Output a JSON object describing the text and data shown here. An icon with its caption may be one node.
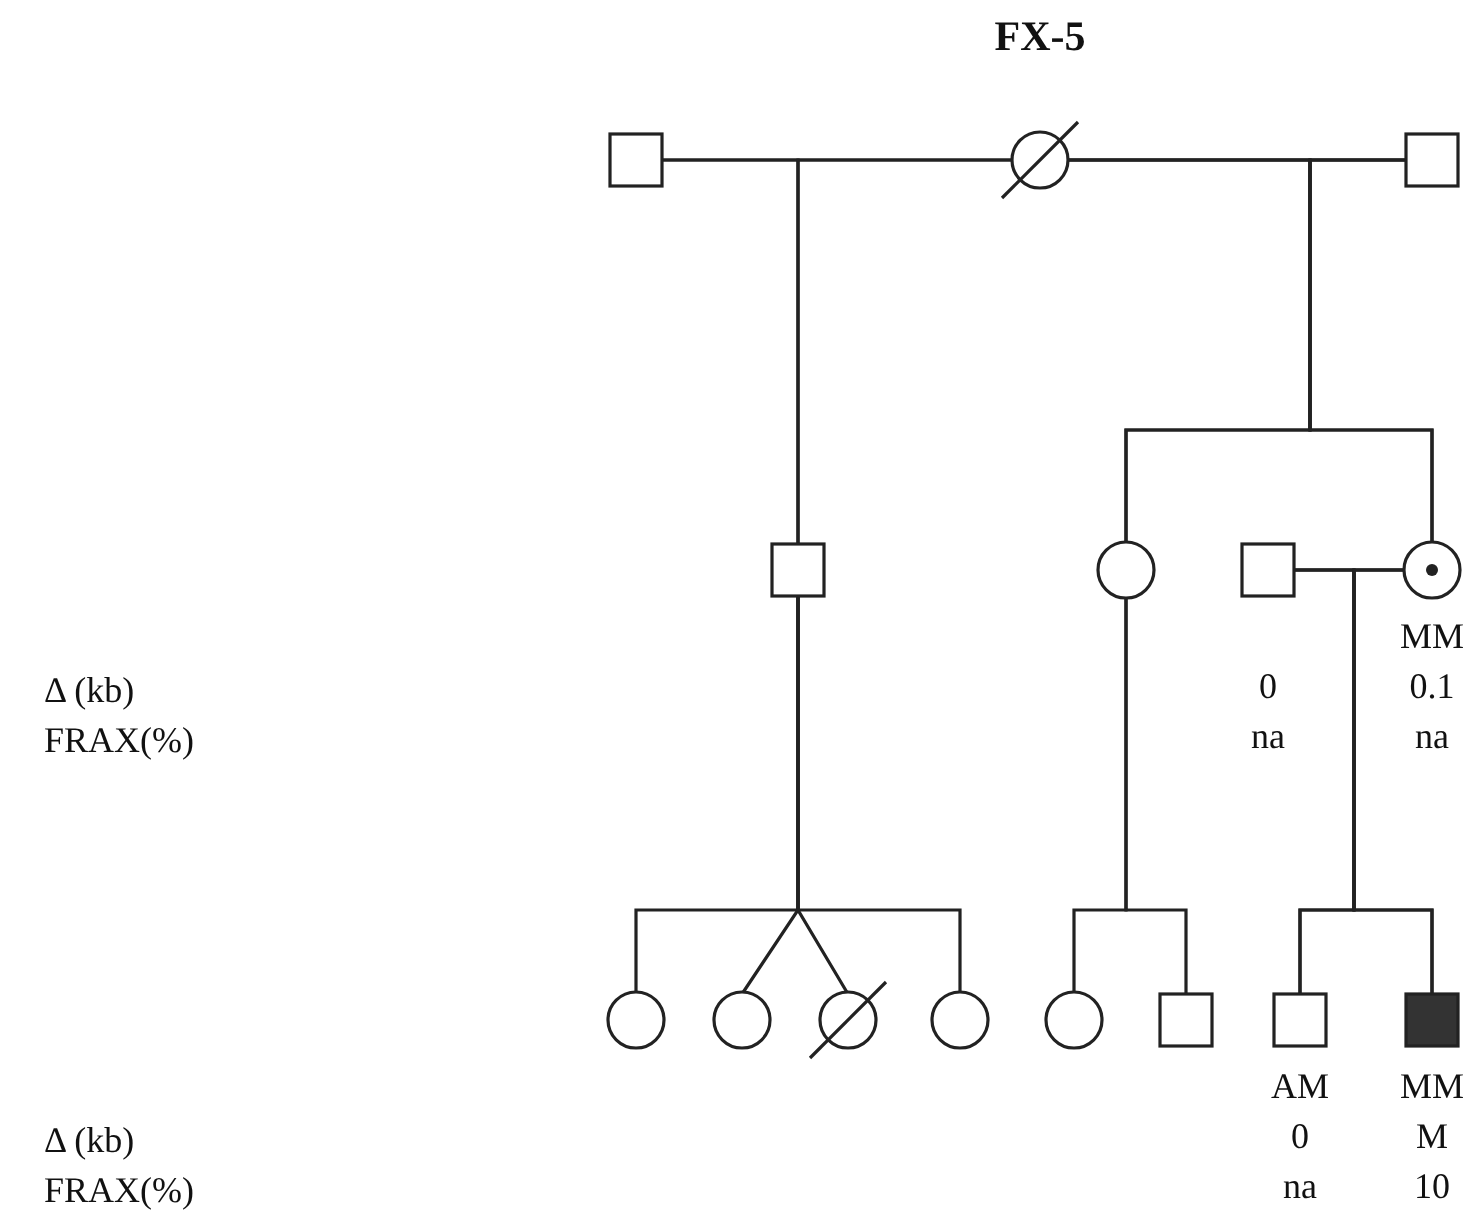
{
  "diagram": {
    "title": "FX-5",
    "nodes": [
      {
        "text": [],
        "shape": "box"
      },
      {
        "text": [],
        "shape": "circle"
      },
      {
        "text": [],
        "shape": "box"
      },
      {
        "text": [],
        "shape": "box"
      },
      {
        "text": [],
        "shape": "circle"
      },
      {
        "text": [],
        "shape": "box",
        "beside": [
          "0",
          "na"
        ]
      },
      {
        "text": [],
        "shape": "circle",
        "beside": [
          "MM",
          "0.1",
          "na"
        ]
      },
      {
        "text": [],
        "shape": "circle"
      },
      {
        "text": [],
        "shape": "circle"
      },
      {
        "text": [],
        "shape": "circle"
      },
      {
        "text": [],
        "shape": "circle"
      },
      {
        "text": [],
        "shape": "circle"
      },
      {
        "text": [],
        "shape": "box"
      },
      {
        "text": [],
        "shape": "box",
        "beside": [
          "AM",
          "0",
          "na"
        ]
      },
      {
        "text": [],
        "shape": "box",
        "beside": [
          "MM",
          "M",
          "10"
        ]
      }
    ],
    "edges": [
      {
        "from": 0,
        "to": 1,
        "arrow": "none"
      },
      {
        "from": 1,
        "to": 2,
        "arrow": "none"
      },
      {
        "from": 5,
        "to": 6,
        "arrow": "none"
      },
      {
        "from": 0,
        "to": 3,
        "arrow": "none"
      },
      {
        "from": 1,
        "to": 3,
        "arrow": "none"
      },
      {
        "from": 1,
        "to": 4,
        "arrow": "none"
      },
      {
        "from": 2,
        "to": 4,
        "arrow": "none"
      },
      {
        "from": 1,
        "to": 6,
        "arrow": "none"
      },
      {
        "from": 2,
        "to": 6,
        "arrow": "none"
      },
      {
        "from": 3,
        "to": 7,
        "arrow": "none"
      },
      {
        "from": 3,
        "to": 8,
        "arrow": "none"
      },
      {
        "from": 3,
        "to": 9,
        "arrow": "none"
      },
      {
        "from": 3,
        "to": 10,
        "arrow": "none"
      },
      {
        "from": 4,
        "to": 11,
        "arrow": "none"
      },
      {
        "from": 4,
        "to": 12,
        "arrow": "none"
      },
      {
        "from": 5,
        "to": 13,
        "arrow": "none"
      },
      {
        "from": 5,
        "to": 14,
        "arrow": "none"
      },
      {
        "from": 6,
        "to": 13,
        "arrow": "none"
      },
      {
        "from": 6,
        "to": 14,
        "arrow": "none"
      }
    ],
    "labels": [
      "Δ (kb)",
      "FRAX(%)",
      "Δ (kb)",
      "FRAX(%)"
    ]
  }
}
